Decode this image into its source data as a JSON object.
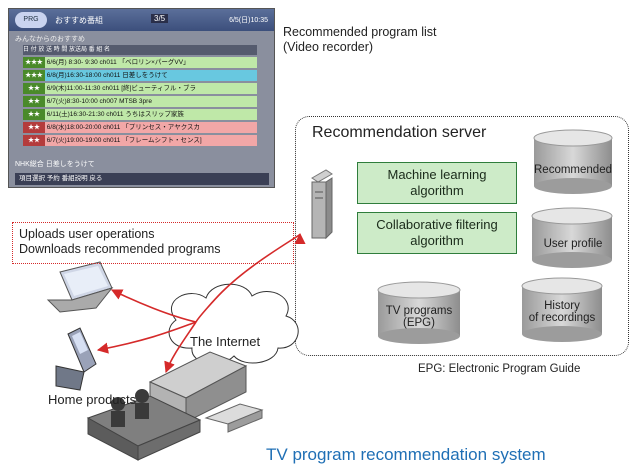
{
  "tv_screen": {
    "logo": "PRG",
    "title": "おすすめ番組",
    "page": "3/5",
    "date": "6/5(日)10:35",
    "subtitle": "みんなからのおすすめ",
    "header": "日 付 放 送 時 間 放送局 番 組 名",
    "rows": [
      {
        "mark": "★★★",
        "text": "6/6(月) 8:30- 9:30 ch011 「ベロリン×パーグVV」",
        "color": "#bfe8a8"
      },
      {
        "mark": "★★★",
        "text": "6/8(月)16:30-18:00 ch011 日差しをうけて",
        "color": "#68c8e0"
      },
      {
        "mark": "★★",
        "text": "6/9(木)11:00-11:30 ch011 [終]ビューティフル・ブラ",
        "color": "#bfe8a8"
      },
      {
        "mark": "★★",
        "text": "6/7(火)8:30-10:00 ch007 MTSB 3pre",
        "color": "#bfe8a8"
      },
      {
        "mark": "★★",
        "text": "6/11(土)16:30-21:30 ch011 うちはスリップ家族",
        "color": "#bfe8a8"
      },
      {
        "mark": "★★",
        "text": "6/8(水)18:00-20:00 ch011 「プリンセス・アヤクスカ",
        "color": "#f2a7a7"
      },
      {
        "mark": "★★",
        "text": "6/7(火)19:00-19:00 ch011 「フレームシフト・センス]",
        "color": "#f2a7a7"
      }
    ],
    "footer_channel": "NHK総合 日差しをうけて",
    "footer_keys": "項目選択   予約   番組説明   戻る"
  },
  "labels": {
    "tv_caption_line1": "Recommended program list",
    "tv_caption_line2": "(Video recorder)",
    "upload_line1": "Uploads user operations",
    "upload_line2": "Downloads recommended programs",
    "server_title": "Recommendation server",
    "algo1_line1": "Machine learning",
    "algo1_line2": "algorithm",
    "algo2_line1": "Collaborative filtering",
    "algo2_line2": "algorithm",
    "db_recommended": "Recommended",
    "db_user_profile": "User profile",
    "db_tv_line1": "TV programs",
    "db_tv_line2": "(EPG)",
    "db_history_line1": "History",
    "db_history_line2": "of recordings",
    "internet": "The Internet",
    "home_products": "Home products",
    "epg_note": "EPG: Electronic Program Guide",
    "main_title": "TV program recommendation system"
  },
  "colors": {
    "accent_red": "#d52a2a",
    "title_blue": "#1f6fb5",
    "algo_green": "#cdebc8"
  }
}
